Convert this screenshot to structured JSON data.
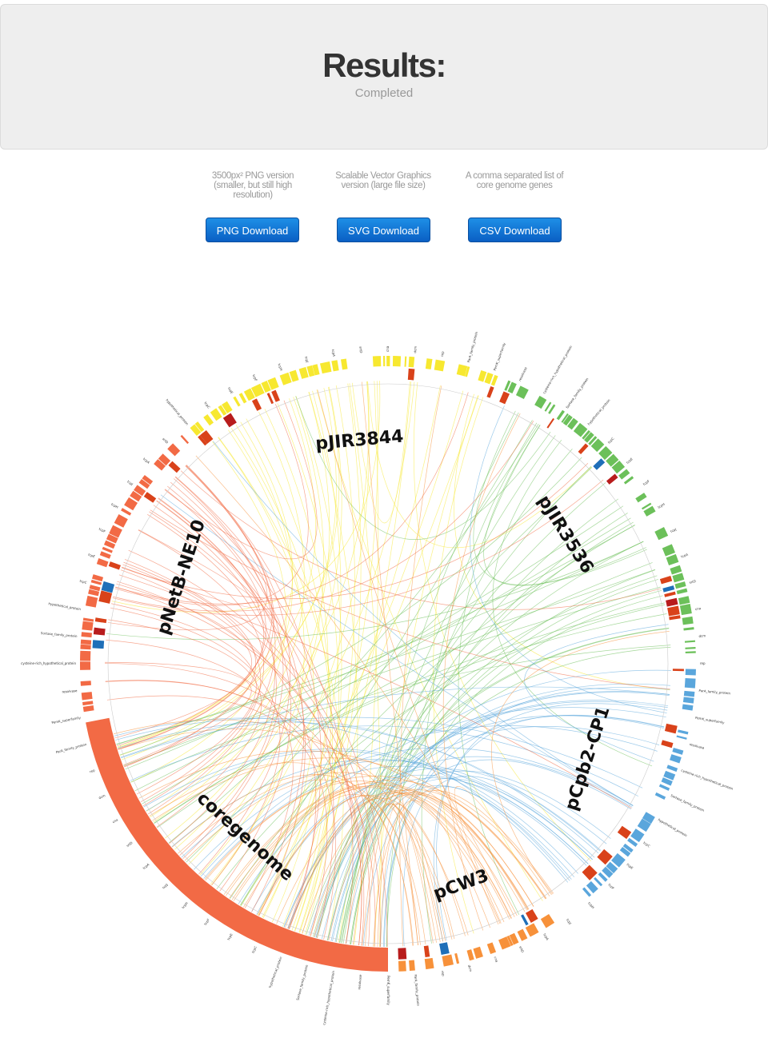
{
  "header": {
    "title": "Results:",
    "status": "Completed"
  },
  "downloads": [
    {
      "description": "3500px² PNG version (smaller, but still high resolution)",
      "label": "PNG Download"
    },
    {
      "description": "Scalable Vector Graphics version (large file size)",
      "label": "SVG Download"
    },
    {
      "description": "A comma separated list of core genome genes",
      "label": "CSV Download"
    }
  ],
  "chart_data": {
    "type": "chord",
    "segments": [
      {
        "name": "pJIR3844",
        "color": "#f7e830"
      },
      {
        "name": "pJIR3536",
        "color": "#6cc05a"
      },
      {
        "name": "pCpb2-CP1",
        "color": "#5aa6dc"
      },
      {
        "name": "pCW3",
        "color": "#f7913a"
      },
      {
        "name": "coregenome",
        "color": "#f26a45"
      },
      {
        "name": "pNetB-NE10",
        "color": "#f26a45"
      }
    ],
    "ring_colors": {
      "core": "#d9421a",
      "variable": "#1f6fb8",
      "dark": "#b81c1c"
    },
    "gene_labels": [
      "hypothetical_protein",
      "tcpC",
      "tcpE",
      "tcpF",
      "tcpH",
      "tcpJ",
      "tcpA",
      "srtD",
      "cna",
      "dcm",
      "rep",
      "ParA_family_protein",
      "PemK_superfamily",
      "resolvase",
      "cysteine-rich_hypothetical_protein",
      "Sortase_family_protein"
    ]
  }
}
